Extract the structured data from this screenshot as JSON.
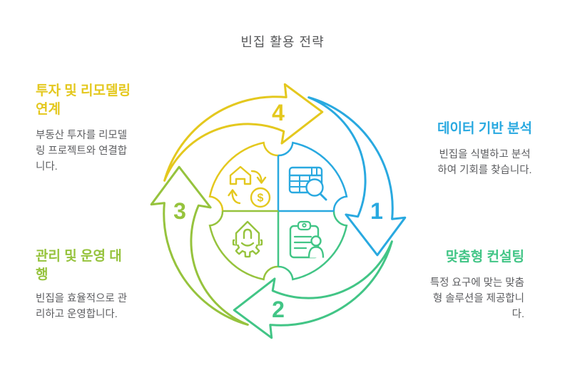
{
  "title": "빈집 활용 전략",
  "colors": {
    "yellow": "#E4C81E",
    "blue": "#29A9E0",
    "green": "#42C586",
    "lime": "#96C33D",
    "title_gray": "#57585A",
    "body_gray": "#5D5E61"
  },
  "steps": [
    {
      "number": "1",
      "label": "데이터 기반 분석",
      "description": "빈집을 식별하고 분석\n하여 기회를 찾습니다.",
      "color_key": "blue",
      "icon": "table-search-icon"
    },
    {
      "number": "2",
      "label": "맞춤형 컨설팅",
      "description": "특정 요구에 맞는 맞춤\n형 솔루션을 제공합니\n다.",
      "color_key": "green",
      "icon": "clipboard-person-icon"
    },
    {
      "number": "3",
      "label": "관리 및 운영 대\n행",
      "description": "빈집을 효율적으로 관\n리하고 운영합니다.",
      "color_key": "lime",
      "icon": "house-gear-icon"
    },
    {
      "number": "4",
      "label": "투자 및 리모델링\n연계",
      "description": "부동산 투자를 리모델\n링 프로젝트와 연결합\n니다.",
      "color_key": "yellow",
      "icon": "house-money-icon"
    }
  ]
}
